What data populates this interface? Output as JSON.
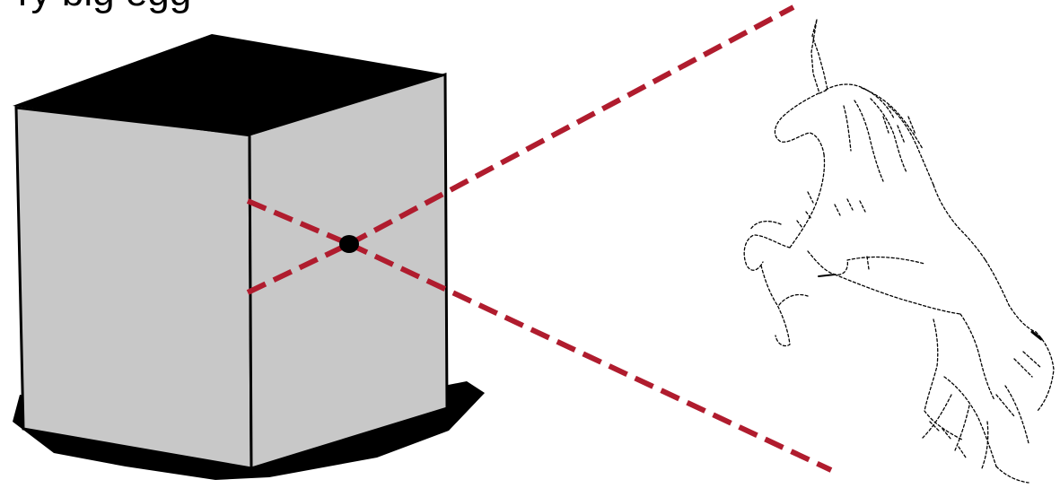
{
  "cropped_top_text": "ry big egg",
  "colors": {
    "box_front": "#c8c8c8",
    "box_side": "#c8c8c8",
    "box_top": "#000000",
    "shadow": "#000000",
    "ray": "#b01c2e",
    "pinhole": "#000000",
    "sketch_line": "#000000"
  },
  "figure": {
    "camera": "box-camera-with-pinhole",
    "subject": "unicorn-line-sketch",
    "rays": "light-rays-through-pinhole"
  }
}
